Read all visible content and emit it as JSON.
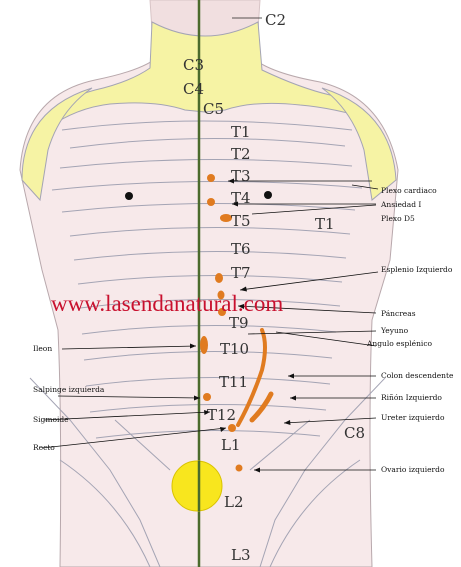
{
  "colors": {
    "skin": "#f7e9ea",
    "neck_band": "#f6f3a4",
    "band_line": "#a4a4b4",
    "spine": "#4b6b2c",
    "organ": "#e07b20",
    "sun": "#f8e61e",
    "watermark": "#c8102e"
  },
  "watermark": "www.lasendanatural.com",
  "segments": {
    "C2": "C2",
    "C3": "C3",
    "C4": "C4",
    "C5": "C5",
    "T1": "T1",
    "T2": "T2",
    "T3": "T3",
    "T4": "T4",
    "T5": "T5",
    "T1_side": "T1",
    "T6": "T6",
    "T7": "T7",
    "T9": "T9",
    "T10": "T10",
    "T11": "T11",
    "T12": "T12",
    "L1": "L1",
    "C8": "C8",
    "L2": "L2",
    "L3": "L3"
  },
  "labels_right": [
    "Plexo cardiaco",
    "Ansiedad I",
    "Plexo D5",
    "Esplenio Izquierdo",
    "Páncreas",
    "Yeyuno",
    "Angulo esplénico",
    "Colon descendente",
    "Riñón Izquierdo",
    "Ureter izquierdo",
    "Ovario izquierdo"
  ],
  "labels_left": [
    "Ileon",
    "Salpinge izquierda",
    "Sigmoide",
    "Recto"
  ]
}
